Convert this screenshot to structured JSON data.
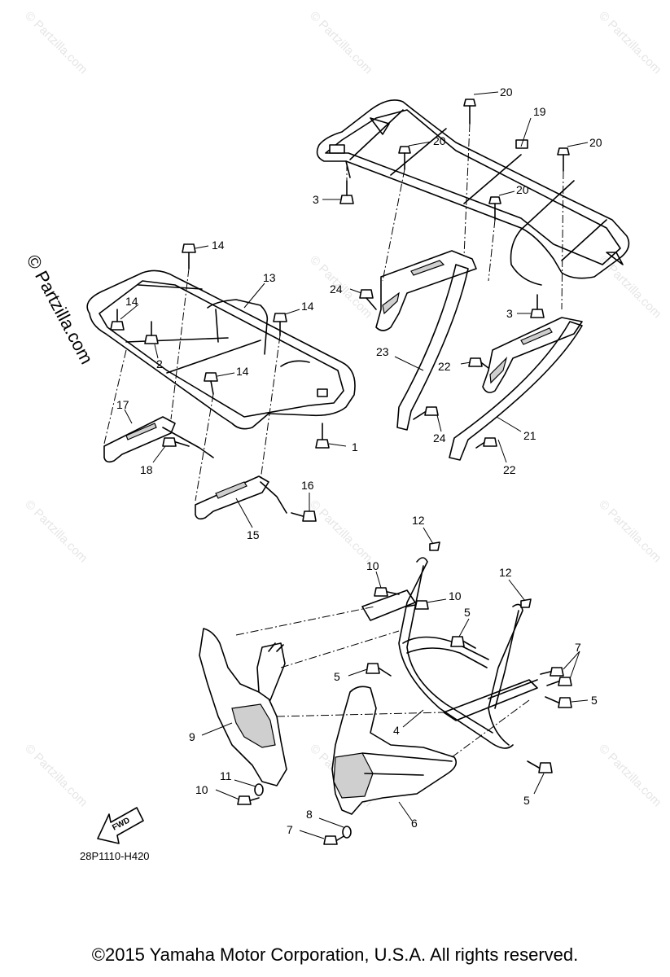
{
  "watermark": "© Partzilla.com",
  "side_watermark": "© Partzilla.com",
  "diagram_code": "28P1110-H420",
  "fwd_label": "FWD",
  "copyright": "©2015  Yamaha Motor Corporation, U.S.A. All rights reserved.",
  "callouts": [
    "1",
    "2",
    "3",
    "4",
    "5",
    "6",
    "7",
    "8",
    "9",
    "10",
    "11",
    "12",
    "13",
    "14",
    "15",
    "16",
    "17",
    "18",
    "19",
    "20",
    "21",
    "22",
    "23",
    "24"
  ]
}
